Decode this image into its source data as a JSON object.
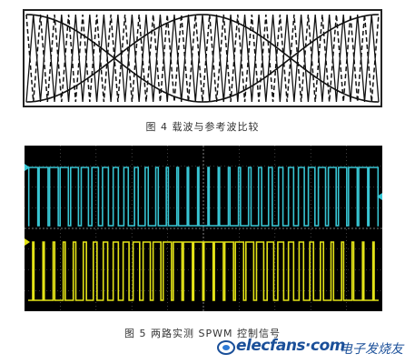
{
  "figure4": {
    "caption": "图 4 载波与参考波比较",
    "carrier_periods": 25,
    "reference_wave": "sine",
    "reference_periods": 1,
    "colors": {
      "line": "#111111",
      "frame": "#222222"
    }
  },
  "figure5": {
    "caption": "图 5 两路实测 SPWM 控制信号",
    "channels": [
      {
        "name": "ch1",
        "color": "#38c6d4",
        "pulses": 34
      },
      {
        "name": "ch2",
        "color": "#e3e317",
        "pulses": 34
      }
    ],
    "colors": {
      "background": "#000000",
      "grid": "#6d6d6d"
    }
  },
  "watermark": {
    "domain": "elecfans·com",
    "cn_text": "电子发烧友",
    "icon": "ring-logo-icon",
    "color": "#1a4f99"
  }
}
